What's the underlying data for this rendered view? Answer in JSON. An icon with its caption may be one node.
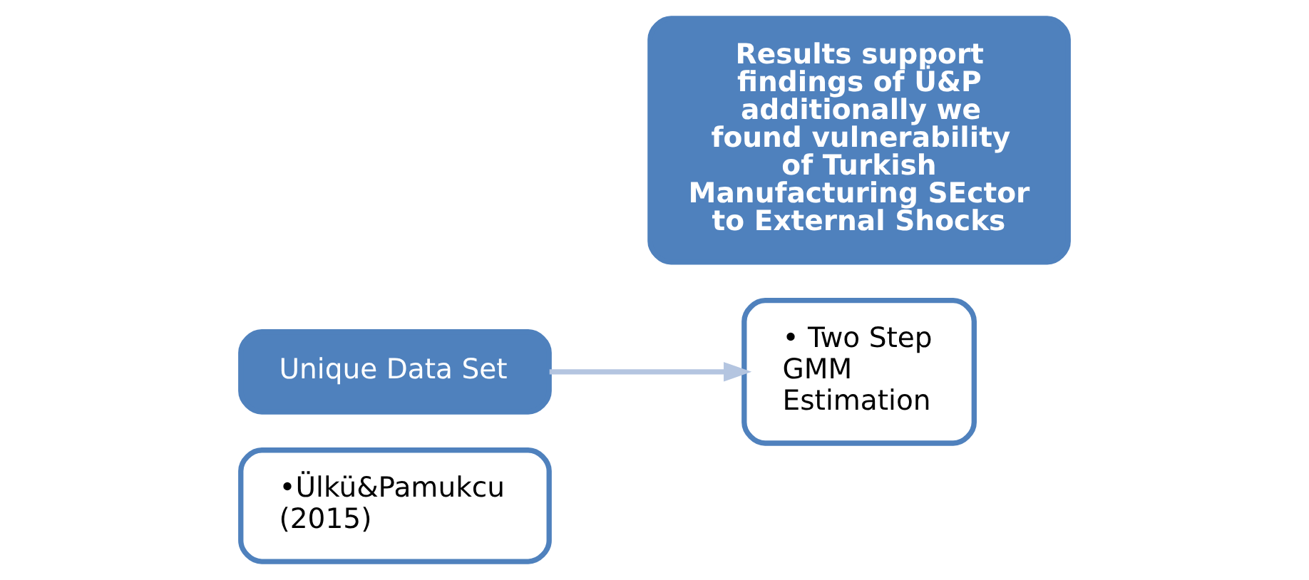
{
  "diagram": {
    "nodes": [
      {
        "text": [
          "•Ülkü&Pamukcu (2015)"
        ]
      },
      {
        "text": [
          "Unique Data Set"
        ]
      },
      {
        "text": [
          "• Two Step GMM Estimation"
        ]
      },
      {
        "text": [
          "Results support findings of Ü&P additionally we found vulnerability of Turkish Manufacturing SEctor to External Shocks"
        ]
      }
    ],
    "edges": [
      {
        "from": 1,
        "to": 2,
        "arrow": "to",
        "color": "#b4c5e0"
      }
    ]
  }
}
